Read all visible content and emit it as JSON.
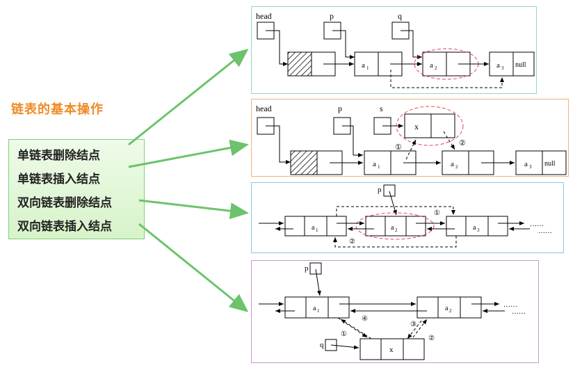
{
  "title": "链表的基本操作",
  "menu": {
    "items": [
      {
        "label": "单链表删除结点"
      },
      {
        "label": "单链表插入结点"
      },
      {
        "label": "双向链表删除结点"
      },
      {
        "label": "双向链表插入结点"
      }
    ]
  },
  "panel1": {
    "head": "head",
    "p": "p",
    "q": "q",
    "n1": "a",
    "n1_sub": "1",
    "n2": "a",
    "n2_sub": "2",
    "n3": "a",
    "n3_sub": "3",
    "null": "null"
  },
  "panel2": {
    "head": "head",
    "p": "p",
    "s": "s",
    "x": "x",
    "n1": "a",
    "n1_sub": "1",
    "n2": "a",
    "n2_sub": "2",
    "n3": "a",
    "n3_sub": "3",
    "null": "null",
    "step1": "①",
    "step2": "②"
  },
  "panel3": {
    "p": "p",
    "n1": "a",
    "n1_sub": "1",
    "n2": "a",
    "n2_sub": "2",
    "n3": "a",
    "n3_sub": "3",
    "step1": "①",
    "step2": "②",
    "dots1": "……",
    "dots2": "……"
  },
  "panel4": {
    "p": "p",
    "q": "q",
    "x": "x",
    "n1": "a",
    "n1_sub": "1",
    "n2": "a",
    "n2_sub": "2",
    "step1": "①",
    "step2": "②",
    "step3": "③",
    "step4": "④",
    "dots1": "……",
    "dots2": "……"
  },
  "colors": {
    "title": "#f08a24",
    "menu_border": "#7ed07a",
    "arrow": "#6cc36c",
    "panel1": "#8fd6d0",
    "panel2": "#f0b27a",
    "panel3": "#8ac5e6",
    "panel4": "#c79ad0",
    "highlight": "#e0455a"
  }
}
